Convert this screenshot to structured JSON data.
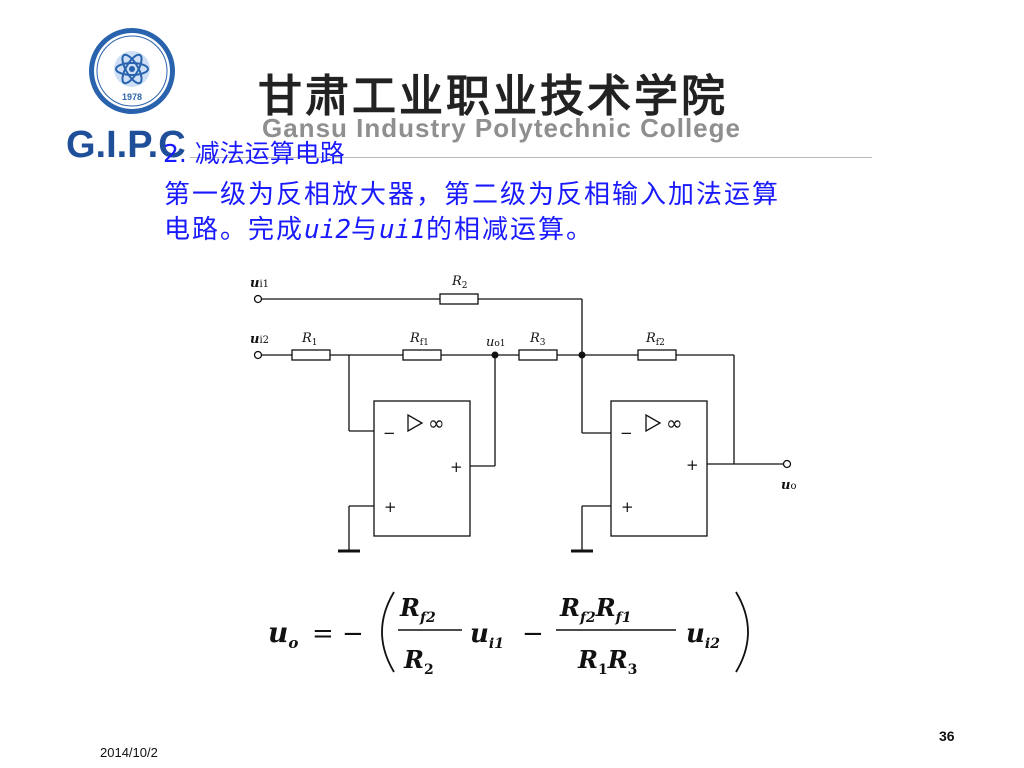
{
  "header": {
    "school_name_cn": "甘肃工业职业技术学院",
    "school_name_en": "Gansu Industry Polytechnic College",
    "abbreviation": "G.I.P.C",
    "seal_year": "1978",
    "brand_color": "#1f4f99"
  },
  "slide": {
    "heading": "2. 减法运算电路",
    "body": {
      "line1": "第一级为反相放大器，第二级为反相输入加法运算",
      "line2_pre": "电路。完成",
      "var1": "ui2",
      "conj": "与",
      "var2": "ui1",
      "line2_post": "的相减运算。"
    },
    "text_color": "#1a1aff"
  },
  "circuit": {
    "input1": "u",
    "input1_sub": "i1",
    "input2": "u",
    "input2_sub": "i2",
    "r2": "R",
    "r2_sub": "2",
    "r1": "R",
    "r1_sub": "1",
    "rf1": "R",
    "rf1_sub": "f1",
    "r3": "R",
    "r3_sub": "3",
    "rf2": "R",
    "rf2_sub": "f2",
    "mid_node": "u",
    "mid_node_sub": "o1",
    "output": "u",
    "output_sub": "o",
    "inf": "∞",
    "minus": "−",
    "plus": "+"
  },
  "formula": {
    "lhs": "u",
    "lhs_sub": "o",
    "eq": "= −",
    "t1_num": "R",
    "t1_num_sub": "f2",
    "t1_den": "R",
    "t1_den_sub": "2",
    "t1_var": "u",
    "t1_var_sub": "i1",
    "minus": "−",
    "t2_num_a": "R",
    "t2_num_a_sub": "f2",
    "t2_num_b": "R",
    "t2_num_b_sub": "f1",
    "t2_den_a": "R",
    "t2_den_a_sub": "1",
    "t2_den_b": "R",
    "t2_den_b_sub": "3",
    "t2_var": "u",
    "t2_var_sub": "i2"
  },
  "footer": {
    "date": "2014/10/2",
    "page_number": "36"
  }
}
